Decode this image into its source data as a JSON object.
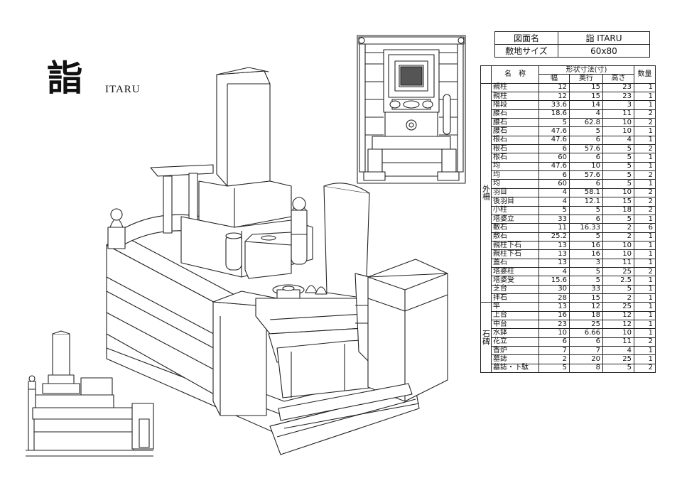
{
  "title": {
    "kanji": "詣",
    "roman": "ITARU"
  },
  "info": [
    {
      "label": "図面名",
      "value": "詣 ITARU"
    },
    {
      "label": "敷地サイズ",
      "value": "60x80"
    }
  ],
  "parts_table": {
    "header_group": "形状寸法(寸)",
    "col_name": "名　称",
    "col_width": "幅",
    "col_depth": "奥行",
    "col_height": "高さ",
    "col_qty": "数量",
    "groups": [
      {
        "label": "外柵",
        "rows": [
          {
            "name": "親柱",
            "w": "12",
            "d": "15",
            "h": "23",
            "q": "1"
          },
          {
            "name": "親柱",
            "w": "12",
            "d": "15",
            "h": "23",
            "q": "1"
          },
          {
            "name": "階段",
            "w": "33.6",
            "d": "14",
            "h": "3",
            "q": "1"
          },
          {
            "name": "腰石",
            "w": "18.6",
            "d": "4",
            "h": "11",
            "q": "2"
          },
          {
            "name": "腰石",
            "w": "5",
            "d": "62.8",
            "h": "10",
            "q": "2"
          },
          {
            "name": "腰石",
            "w": "47.6",
            "d": "5",
            "h": "10",
            "q": "1"
          },
          {
            "name": "根石",
            "w": "47.6",
            "d": "6",
            "h": "4",
            "q": "1"
          },
          {
            "name": "根石",
            "w": "6",
            "d": "57.6",
            "h": "5",
            "q": "2"
          },
          {
            "name": "根石",
            "w": "60",
            "d": "6",
            "h": "5",
            "q": "1"
          },
          {
            "name": "均",
            "w": "47.6",
            "d": "10",
            "h": "5",
            "q": "1"
          },
          {
            "name": "均",
            "w": "6",
            "d": "57.6",
            "h": "5",
            "q": "2"
          },
          {
            "name": "均",
            "w": "60",
            "d": "6",
            "h": "5",
            "q": "1"
          },
          {
            "name": "羽目",
            "w": "4",
            "d": "58.1",
            "h": "10",
            "q": "2"
          },
          {
            "name": "後羽目",
            "w": "4",
            "d": "12.1",
            "h": "15",
            "q": "2"
          },
          {
            "name": "小柱",
            "w": "5",
            "d": "5",
            "h": "18",
            "q": "2"
          },
          {
            "name": "塔婆立",
            "w": "33",
            "d": "6",
            "h": "5",
            "q": "1"
          },
          {
            "name": "敷石",
            "w": "11",
            "d": "16.33",
            "h": "2",
            "q": "6"
          },
          {
            "name": "敷石",
            "w": "25.2",
            "d": "5",
            "h": "2",
            "q": "1"
          },
          {
            "name": "親柱下石",
            "w": "13",
            "d": "16",
            "h": "10",
            "q": "1"
          },
          {
            "name": "親柱下石",
            "w": "13",
            "d": "16",
            "h": "10",
            "q": "1"
          },
          {
            "name": "蓋石",
            "w": "13",
            "d": "3",
            "h": "11",
            "q": "1"
          },
          {
            "name": "塔婆柱",
            "w": "4",
            "d": "5",
            "h": "25",
            "q": "2"
          },
          {
            "name": "塔婆受",
            "w": "15.6",
            "d": "5",
            "h": "2.5",
            "q": "1"
          },
          {
            "name": "芝台",
            "w": "30",
            "d": "33",
            "h": "5",
            "q": "1"
          },
          {
            "name": "拝石",
            "w": "28",
            "d": "15",
            "h": "2",
            "q": "1"
          }
        ]
      },
      {
        "label": "石碑",
        "rows": [
          {
            "name": "竿",
            "w": "13",
            "d": "12",
            "h": "25",
            "q": "1"
          },
          {
            "name": "上台",
            "w": "16",
            "d": "18",
            "h": "12",
            "q": "1"
          },
          {
            "name": "中台",
            "w": "23",
            "d": "25",
            "h": "12",
            "q": "1"
          },
          {
            "name": "水鉢",
            "w": "10",
            "d": "6.66",
            "h": "10",
            "q": "1"
          },
          {
            "name": "花立",
            "w": "6",
            "d": "6",
            "h": "11",
            "q": "2"
          },
          {
            "name": "香炉",
            "w": "7",
            "d": "7",
            "h": "4",
            "q": "1"
          },
          {
            "name": "墓誌",
            "w": "2",
            "d": "20",
            "h": "25",
            "q": "1"
          },
          {
            "name": "墓誌・下駄",
            "w": "5",
            "d": "8",
            "h": "5",
            "q": "2"
          }
        ]
      }
    ]
  },
  "colors": {
    "line": "#222222",
    "background": "#ffffff"
  }
}
